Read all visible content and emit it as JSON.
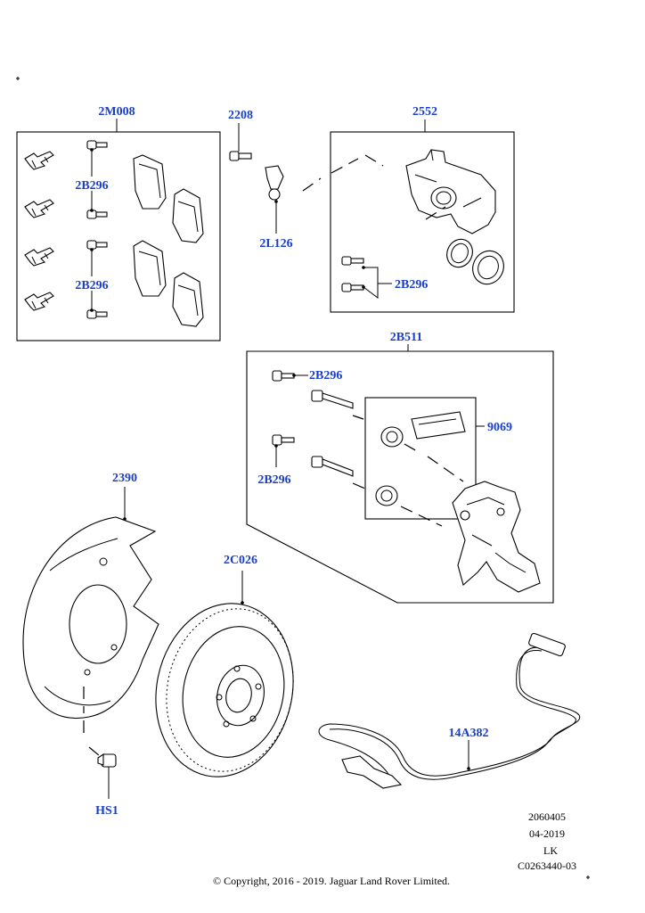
{
  "callouts": {
    "c2M008": "2M008",
    "c2B296_1": "2B296",
    "c2B296_2": "2B296",
    "c2208": "2208",
    "c2L126": "2L126",
    "c2552": "2552",
    "c2B296_3": "2B296",
    "c2B511": "2B511",
    "c2B296_4": "2B296",
    "c9069": "9069",
    "c2B296_5": "2B296",
    "c2390": "2390",
    "c2C026": "2C026",
    "c14A382": "14A382",
    "cHS1": "HS1"
  },
  "reference": {
    "line1": "2060405",
    "line2": "04-2019",
    "line3": "LK",
    "line4": "C0263440-03"
  },
  "copyright": "© Copyright, 2016 - 2019. Jaguar Land Rover Limited.",
  "colors": {
    "callout": "#1a3fc7",
    "lines": "#000000"
  }
}
